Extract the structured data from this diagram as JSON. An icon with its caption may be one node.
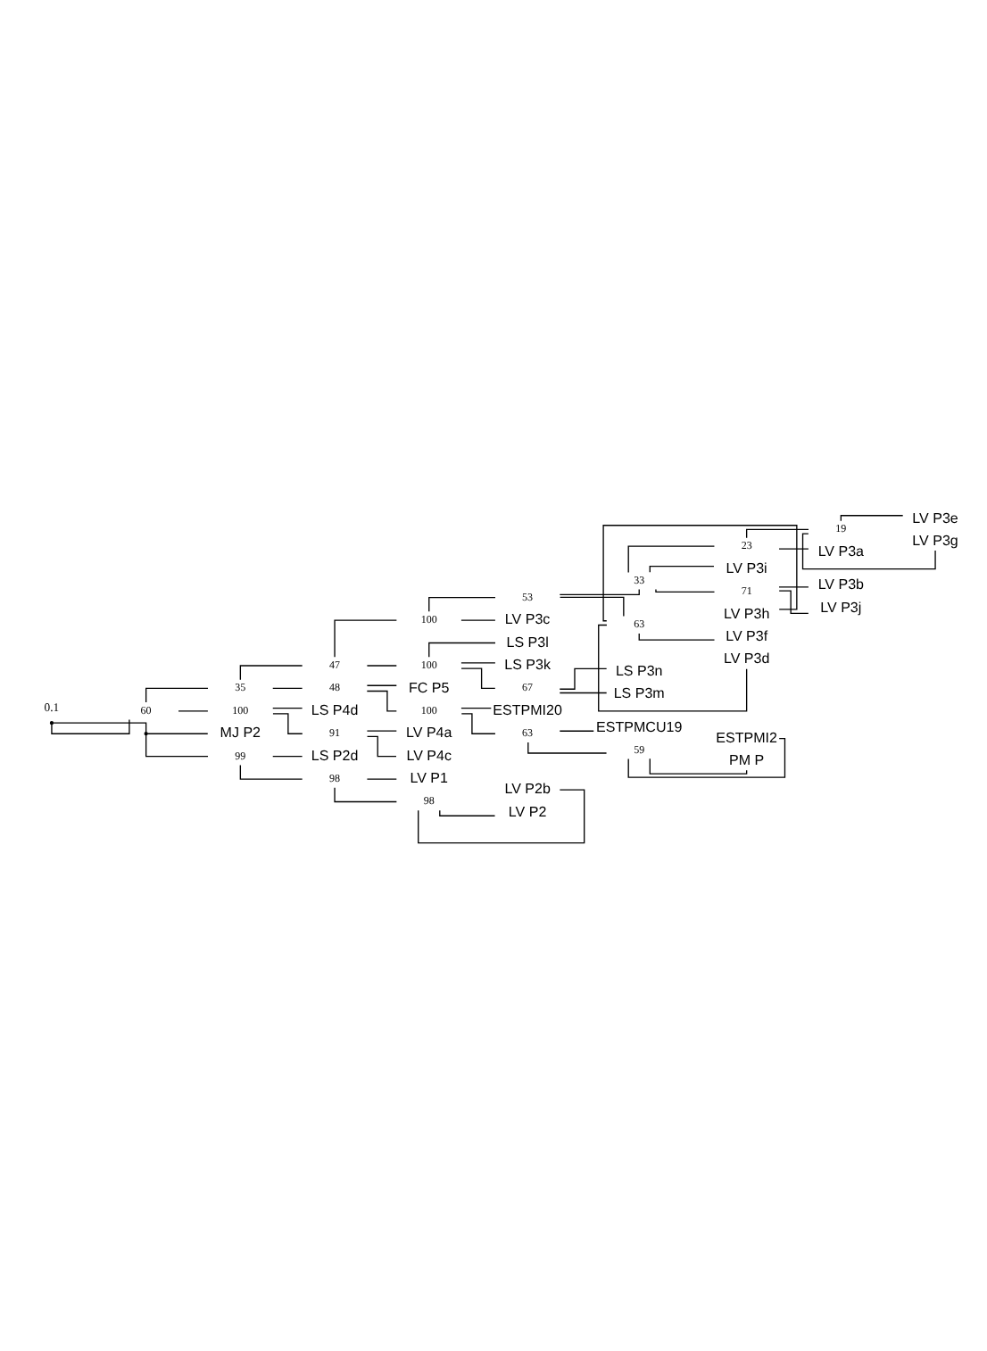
{
  "diagram": {
    "nodes": [
      {
        "text": [],
        "shape": "point"
      },
      {
        "text": [
          "60"
        ]
      },
      {
        "text": [
          "35"
        ]
      },
      {
        "text": [
          "47"
        ]
      },
      {
        "text": [
          "100"
        ]
      },
      {
        "text": [
          "53"
        ]
      },
      {
        "text": [
          "33"
        ]
      },
      {
        "text": [
          "23"
        ]
      },
      {
        "text": [
          "19"
        ]
      },
      {
        "text": [
          "LV P3e"
        ]
      },
      {
        "text": [
          "LV P3g"
        ]
      },
      {
        "text": [
          "LV P3a"
        ]
      },
      {
        "text": [
          "LV P3i"
        ]
      },
      {
        "text": [
          "71"
        ]
      },
      {
        "text": [
          "LV P3b"
        ]
      },
      {
        "text": [
          "LV P3j"
        ]
      },
      {
        "text": [
          "63"
        ]
      },
      {
        "text": [
          "LV P3h"
        ]
      },
      {
        "text": [
          "LV P3f"
        ]
      },
      {
        "text": [
          "LV P3d"
        ]
      },
      {
        "text": [
          "LV P3c"
        ]
      },
      {
        "text": [
          "100"
        ]
      },
      {
        "text": [
          "LS P3l"
        ]
      },
      {
        "text": [
          "LS P3k"
        ]
      },
      {
        "text": [
          "67"
        ]
      },
      {
        "text": [
          "LS P3n"
        ]
      },
      {
        "text": [
          "LS P3m"
        ]
      },
      {
        "text": [
          "48"
        ]
      },
      {
        "text": [
          "FC P5"
        ]
      },
      {
        "text": [
          "100"
        ]
      },
      {
        "text": [
          "ESTPMI20"
        ]
      },
      {
        "text": [
          "63"
        ]
      },
      {
        "text": [
          "ESTPMCU19"
        ]
      },
      {
        "text": [
          "59"
        ]
      },
      {
        "text": [
          "ESTPMI2"
        ]
      },
      {
        "text": [
          "PM P"
        ]
      },
      {
        "text": [
          "100"
        ]
      },
      {
        "text": [
          "LS P4d"
        ]
      },
      {
        "text": [
          "91"
        ]
      },
      {
        "text": [
          "LV P4a"
        ]
      },
      {
        "text": [
          "LV P4c"
        ]
      },
      {
        "text": [],
        "shape": "point"
      },
      {
        "text": [
          "MJ P2"
        ]
      },
      {
        "text": [
          "99"
        ]
      },
      {
        "text": [
          "LS P2d"
        ]
      },
      {
        "text": [
          "98"
        ]
      },
      {
        "text": [
          "LV P1"
        ]
      },
      {
        "text": [
          "98"
        ]
      },
      {
        "text": [
          "LV P2b"
        ]
      },
      {
        "text": [
          "LV P2"
        ]
      }
    ],
    "edges": [
      {
        "from": 0,
        "to": 1,
        "arrow": "none"
      },
      {
        "from": 1,
        "to": 2,
        "arrow": "none"
      },
      {
        "from": 2,
        "to": 3,
        "arrow": "none"
      },
      {
        "from": 3,
        "to": 4,
        "arrow": "none"
      },
      {
        "from": 4,
        "to": 5,
        "arrow": "none"
      },
      {
        "from": 5,
        "to": 6,
        "arrow": "none"
      },
      {
        "from": 6,
        "to": 7,
        "arrow": "none"
      },
      {
        "from": 7,
        "to": 8,
        "arrow": "none"
      },
      {
        "from": 8,
        "to": 9,
        "arrow": "none"
      },
      {
        "from": 8,
        "to": 10,
        "arrow": "none"
      },
      {
        "from": 7,
        "to": 11,
        "arrow": "none"
      },
      {
        "from": 6,
        "to": 12,
        "arrow": "none"
      },
      {
        "from": 6,
        "to": 13,
        "arrow": "none"
      },
      {
        "from": 13,
        "to": 14,
        "arrow": "none"
      },
      {
        "from": 13,
        "to": 15,
        "arrow": "none"
      },
      {
        "from": 5,
        "to": 16,
        "arrow": "none"
      },
      {
        "from": 16,
        "to": 17,
        "arrow": "none"
      },
      {
        "from": 16,
        "to": 18,
        "arrow": "none"
      },
      {
        "from": 16,
        "to": 19,
        "arrow": "none"
      },
      {
        "from": 4,
        "to": 20,
        "arrow": "none"
      },
      {
        "from": 3,
        "to": 21,
        "arrow": "none"
      },
      {
        "from": 21,
        "to": 22,
        "arrow": "none"
      },
      {
        "from": 21,
        "to": 23,
        "arrow": "none"
      },
      {
        "from": 21,
        "to": 24,
        "arrow": "none"
      },
      {
        "from": 24,
        "to": 25,
        "arrow": "none"
      },
      {
        "from": 24,
        "to": 26,
        "arrow": "none"
      },
      {
        "from": 2,
        "to": 27,
        "arrow": "none"
      },
      {
        "from": 27,
        "to": 28,
        "arrow": "none"
      },
      {
        "from": 27,
        "to": 29,
        "arrow": "none"
      },
      {
        "from": 29,
        "to": 30,
        "arrow": "none"
      },
      {
        "from": 29,
        "to": 31,
        "arrow": "none"
      },
      {
        "from": 31,
        "to": 32,
        "arrow": "none"
      },
      {
        "from": 31,
        "to": 33,
        "arrow": "none"
      },
      {
        "from": 33,
        "to": 34,
        "arrow": "none"
      },
      {
        "from": 33,
        "to": 35,
        "arrow": "none"
      },
      {
        "from": 1,
        "to": 36,
        "arrow": "none"
      },
      {
        "from": 36,
        "to": 37,
        "arrow": "none"
      },
      {
        "from": 36,
        "to": 38,
        "arrow": "none"
      },
      {
        "from": 38,
        "to": 39,
        "arrow": "none"
      },
      {
        "from": 38,
        "to": 40,
        "arrow": "none"
      },
      {
        "from": 0,
        "to": 41,
        "arrow": "none"
      },
      {
        "from": 41,
        "to": 42,
        "arrow": "none"
      },
      {
        "from": 41,
        "to": 43,
        "arrow": "none"
      },
      {
        "from": 43,
        "to": 44,
        "arrow": "none"
      },
      {
        "from": 43,
        "to": 45,
        "arrow": "none"
      },
      {
        "from": 45,
        "to": 46,
        "arrow": "none"
      },
      {
        "from": 45,
        "to": 47,
        "arrow": "none"
      },
      {
        "from": 47,
        "to": 48,
        "arrow": "none"
      },
      {
        "from": 47,
        "to": 49,
        "arrow": "none"
      }
    ],
    "labels": [
      "0.1"
    ]
  }
}
